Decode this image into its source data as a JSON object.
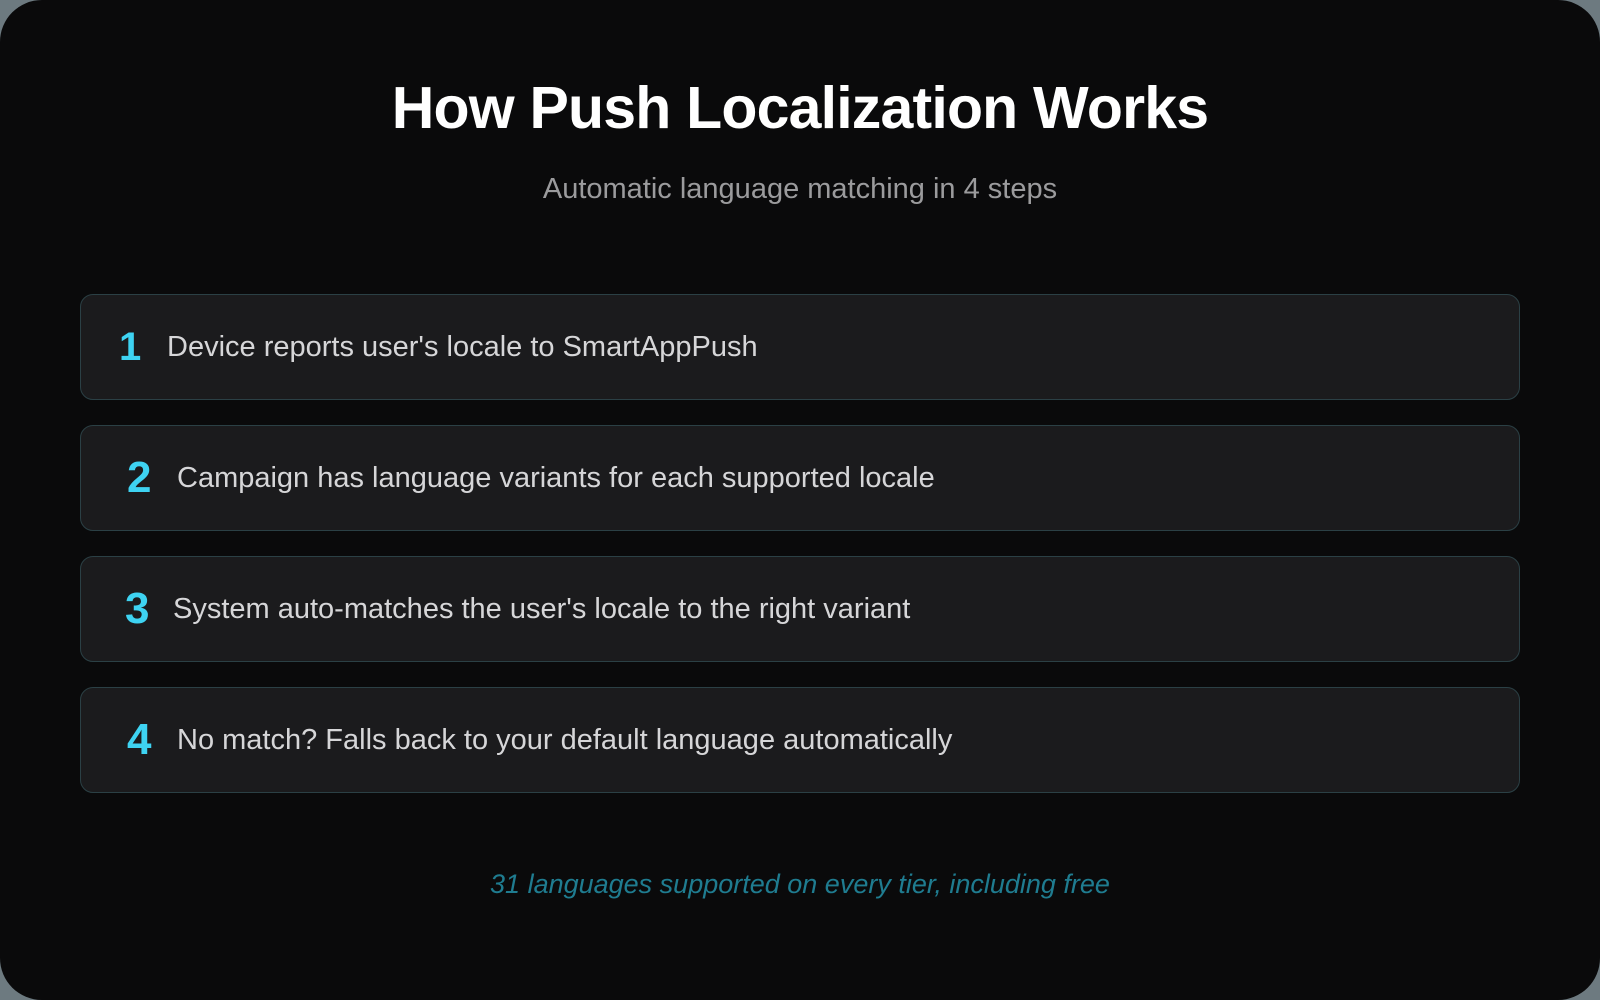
{
  "header": {
    "title": "How Push Localization Works",
    "subtitle": "Automatic language matching in 4 steps"
  },
  "steps": [
    {
      "number": "1",
      "text": "Device reports user's locale to SmartAppPush"
    },
    {
      "number": "2",
      "text": "Campaign has language variants for each supported locale"
    },
    {
      "number": "3",
      "text": "System auto-matches the user's locale to the right variant"
    },
    {
      "number": "4",
      "text": "No match? Falls back to your default language automatically"
    }
  ],
  "footer": {
    "note": "31 languages supported on every tier, including free"
  },
  "colors": {
    "page_background": "#0a0a0b",
    "card_background": "#1b1b1d",
    "card_border": "#2b4045",
    "accent_cyan": "#3ed3f2",
    "title_text": "#ffffff",
    "subtitle_text": "#9b9b9d",
    "step_text": "#d6d6d8",
    "footer_text": "#1f7c90"
  }
}
